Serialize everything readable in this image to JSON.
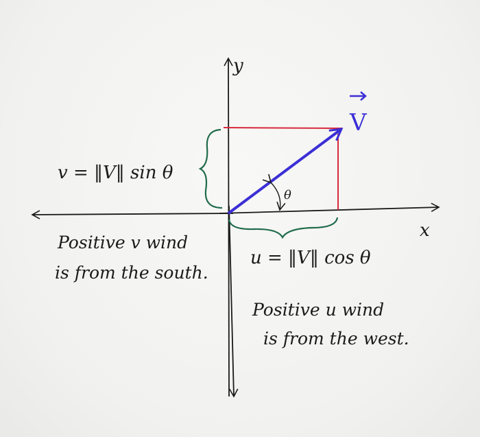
{
  "labels": {
    "y_axis": "y",
    "x_axis": "x",
    "vector": "V",
    "theta": "θ",
    "v_formula": "v = ‖V‖ sin θ",
    "u_formula": "u = ‖V‖ cos θ",
    "v_note_line1": "Positive v wind",
    "v_note_line2": "is from the south.",
    "u_note_line1": "Positive u wind",
    "u_note_line2": "is from the west."
  },
  "colors": {
    "ink": "#1a1a1a",
    "vector": "#3b2fd6",
    "components": "#d8283c",
    "braces": "#1f6b4a"
  }
}
